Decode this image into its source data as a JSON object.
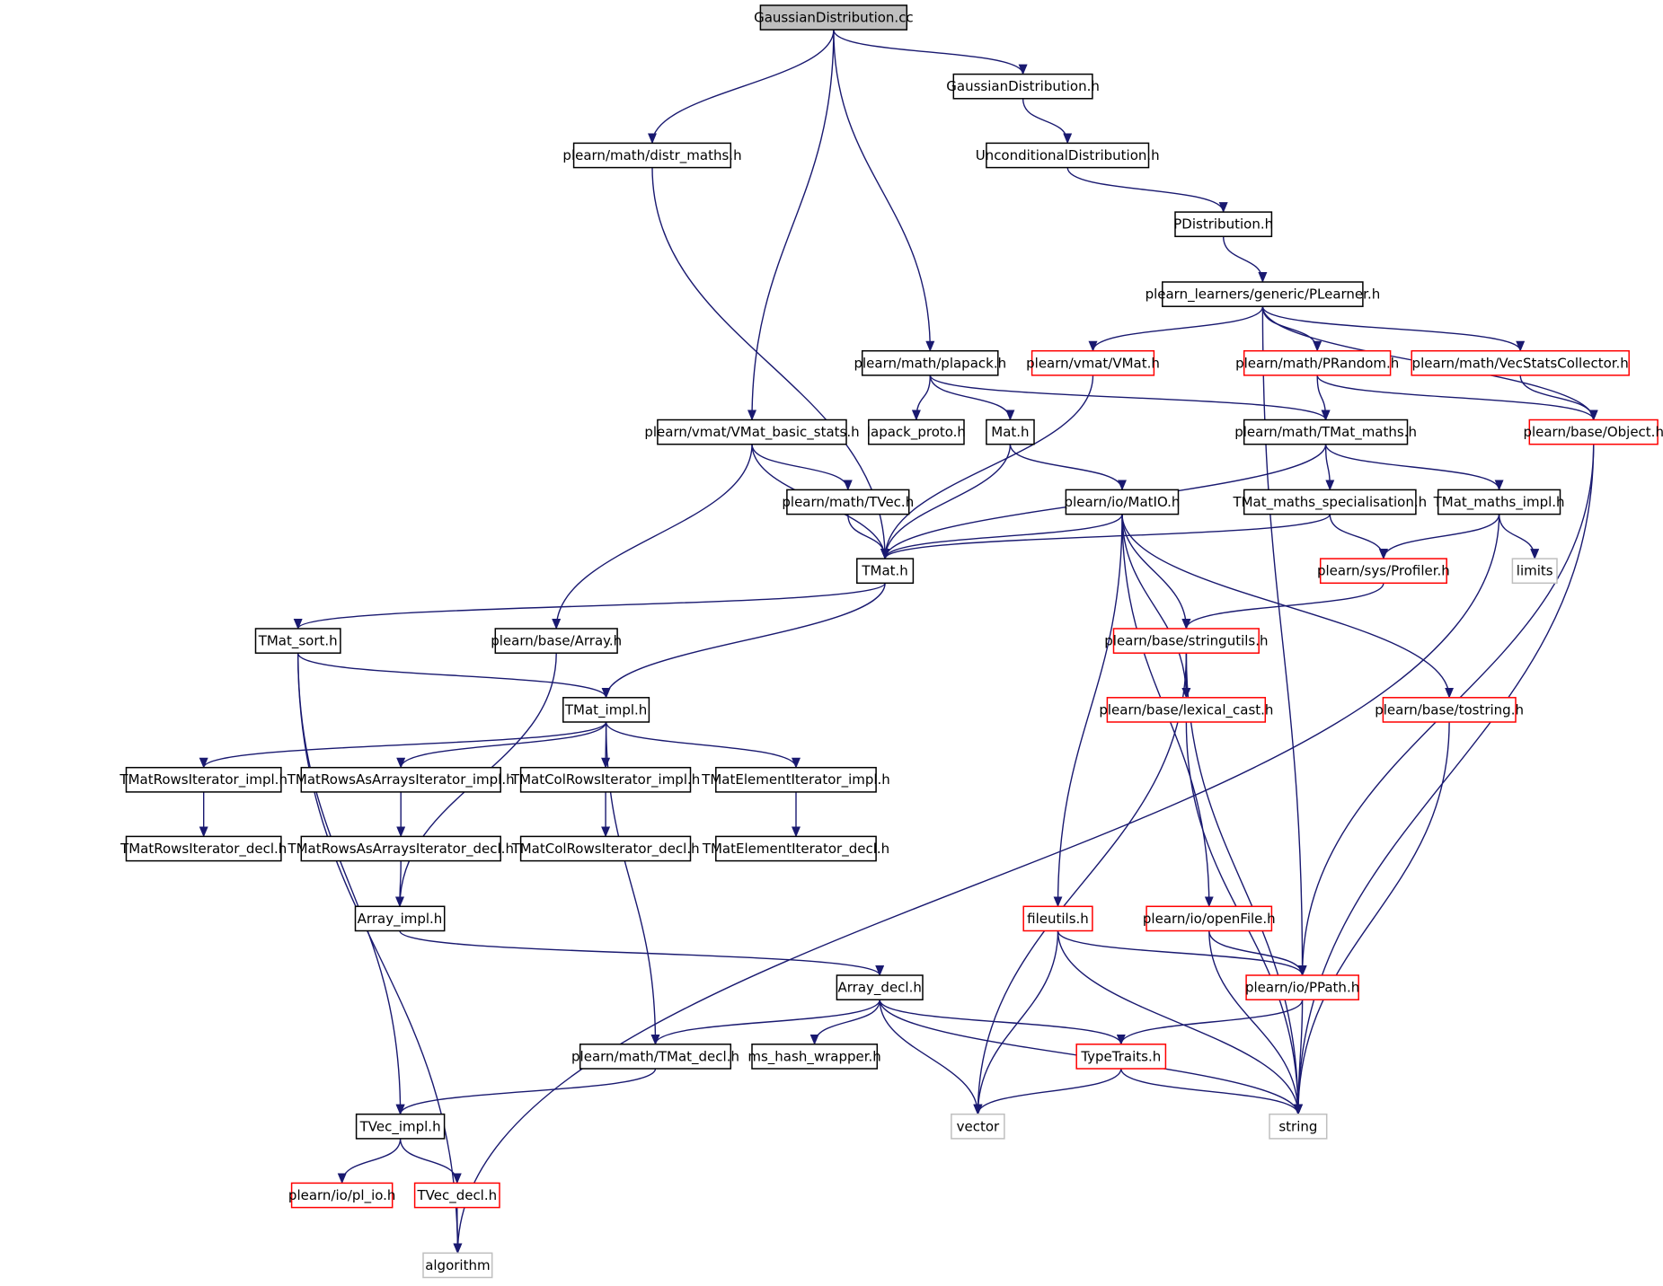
{
  "colors": {
    "edge": "#191970",
    "border_normal": "#000000",
    "border_truncated": "#ff0000",
    "border_system": "#bfbfbf",
    "root_fill": "#bfbfbf",
    "fill": "#ffffff"
  },
  "nodes": [
    {
      "id": "root",
      "label": "GaussianDistribution.cc",
      "kind": "root"
    },
    {
      "id": "gd_h",
      "label": "GaussianDistribution.h",
      "kind": "normal"
    },
    {
      "id": "distr",
      "label": "plearn/math/distr_maths.h",
      "kind": "normal"
    },
    {
      "id": "uncond",
      "label": "UnconditionalDistribution.h",
      "kind": "normal"
    },
    {
      "id": "pdist",
      "label": "PDistribution.h",
      "kind": "normal"
    },
    {
      "id": "plearner",
      "label": "plearn_learners/generic/PLearner.h",
      "kind": "normal"
    },
    {
      "id": "plapack",
      "label": "plearn/math/plapack.h",
      "kind": "normal"
    },
    {
      "id": "vmat",
      "label": "plearn/vmat/VMat.h",
      "kind": "truncated"
    },
    {
      "id": "prandom",
      "label": "plearn/math/PRandom.h",
      "kind": "truncated"
    },
    {
      "id": "vecstats",
      "label": "plearn/math/VecStatsCollector.h",
      "kind": "truncated"
    },
    {
      "id": "vmbs",
      "label": "plearn/vmat/VMat_basic_stats.h",
      "kind": "normal"
    },
    {
      "id": "lapack",
      "label": "lapack_proto.h",
      "kind": "normal"
    },
    {
      "id": "math",
      "label": "Mat.h",
      "kind": "normal"
    },
    {
      "id": "tmatmaths",
      "label": "plearn/math/TMat_maths.h",
      "kind": "normal"
    },
    {
      "id": "object",
      "label": "plearn/base/Object.h",
      "kind": "truncated"
    },
    {
      "id": "tvec",
      "label": "plearn/math/TVec.h",
      "kind": "normal"
    },
    {
      "id": "matio",
      "label": "plearn/io/MatIO.h",
      "kind": "normal"
    },
    {
      "id": "tms",
      "label": "TMat_maths_specialisation.h",
      "kind": "normal"
    },
    {
      "id": "tmimpl",
      "label": "TMat_maths_impl.h",
      "kind": "normal"
    },
    {
      "id": "tmat",
      "label": "TMat.h",
      "kind": "normal"
    },
    {
      "id": "profiler",
      "label": "plearn/sys/Profiler.h",
      "kind": "truncated"
    },
    {
      "id": "limits",
      "label": "limits",
      "kind": "system"
    },
    {
      "id": "tmsort",
      "label": "TMat_sort.h",
      "kind": "normal"
    },
    {
      "id": "array",
      "label": "plearn/base/Array.h",
      "kind": "normal"
    },
    {
      "id": "stringutils",
      "label": "plearn/base/stringutils.h",
      "kind": "truncated"
    },
    {
      "id": "tmatimpl",
      "label": "TMat_impl.h",
      "kind": "normal"
    },
    {
      "id": "lexical",
      "label": "plearn/base/lexical_cast.h",
      "kind": "truncated"
    },
    {
      "id": "tostring",
      "label": "plearn/base/tostring.h",
      "kind": "truncated"
    },
    {
      "id": "rowsit",
      "label": "TMatRowsIterator_impl.h",
      "kind": "normal"
    },
    {
      "id": "rowsarrit",
      "label": "TMatRowsAsArraysIterator_impl.h",
      "kind": "normal"
    },
    {
      "id": "colrowsit",
      "label": "TMatColRowsIterator_impl.h",
      "kind": "normal"
    },
    {
      "id": "elemit",
      "label": "TMatElementIterator_impl.h",
      "kind": "normal"
    },
    {
      "id": "rowsdecl",
      "label": "TMatRowsIterator_decl.h",
      "kind": "normal"
    },
    {
      "id": "rowsarrdecl",
      "label": "TMatRowsAsArraysIterator_decl.h",
      "kind": "normal"
    },
    {
      "id": "colrowsdecl",
      "label": "TMatColRowsIterator_decl.h",
      "kind": "normal"
    },
    {
      "id": "elemdecl",
      "label": "TMatElementIterator_decl.h",
      "kind": "normal"
    },
    {
      "id": "arrayimpl",
      "label": "Array_impl.h",
      "kind": "normal"
    },
    {
      "id": "fileutils",
      "label": "fileutils.h",
      "kind": "truncated"
    },
    {
      "id": "openfile",
      "label": "plearn/io/openFile.h",
      "kind": "truncated"
    },
    {
      "id": "arraydecl",
      "label": "Array_decl.h",
      "kind": "normal"
    },
    {
      "id": "ppath",
      "label": "plearn/io/PPath.h",
      "kind": "truncated"
    },
    {
      "id": "tmatdecl",
      "label": "plearn/math/TMat_decl.h",
      "kind": "normal"
    },
    {
      "id": "mshash",
      "label": "ms_hash_wrapper.h",
      "kind": "normal"
    },
    {
      "id": "typetraits",
      "label": "TypeTraits.h",
      "kind": "truncated"
    },
    {
      "id": "vector",
      "label": "vector",
      "kind": "system"
    },
    {
      "id": "string",
      "label": "string",
      "kind": "system"
    },
    {
      "id": "tvecimpl",
      "label": "TVec_impl.h",
      "kind": "normal"
    },
    {
      "id": "plio",
      "label": "plearn/io/pl_io.h",
      "kind": "truncated"
    },
    {
      "id": "tvecdecl",
      "label": "TVec_decl.h",
      "kind": "truncated"
    },
    {
      "id": "algorithm",
      "label": "algorithm",
      "kind": "system"
    }
  ],
  "edges": [
    [
      "root",
      "gd_h"
    ],
    [
      "root",
      "distr"
    ],
    [
      "root",
      "plapack"
    ],
    [
      "root",
      "vmbs"
    ],
    [
      "gd_h",
      "uncond"
    ],
    [
      "uncond",
      "pdist"
    ],
    [
      "pdist",
      "plearner"
    ],
    [
      "plearner",
      "vmat"
    ],
    [
      "plearner",
      "prandom"
    ],
    [
      "plearner",
      "vecstats"
    ],
    [
      "plearner",
      "object"
    ],
    [
      "plearner",
      "ppath"
    ],
    [
      "distr",
      "tmat"
    ],
    [
      "plapack",
      "lapack"
    ],
    [
      "plapack",
      "math"
    ],
    [
      "plapack",
      "tmatmaths"
    ],
    [
      "vmat",
      "tmat"
    ],
    [
      "prandom",
      "tmatmaths"
    ],
    [
      "prandom",
      "object"
    ],
    [
      "vecstats",
      "object"
    ],
    [
      "vmbs",
      "tvec"
    ],
    [
      "vmbs",
      "tmat"
    ],
    [
      "vmbs",
      "array"
    ],
    [
      "math",
      "tmat"
    ],
    [
      "math",
      "matio"
    ],
    [
      "tmatmaths",
      "tmat"
    ],
    [
      "tmatmaths",
      "tms"
    ],
    [
      "tmatmaths",
      "tmimpl"
    ],
    [
      "object",
      "ppath"
    ],
    [
      "object",
      "string"
    ],
    [
      "tvec",
      "tmat"
    ],
    [
      "matio",
      "tmat"
    ],
    [
      "matio",
      "stringutils"
    ],
    [
      "matio",
      "lexical"
    ],
    [
      "matio",
      "tostring"
    ],
    [
      "matio",
      "fileutils"
    ],
    [
      "matio",
      "openfile"
    ],
    [
      "tms",
      "tmat"
    ],
    [
      "tms",
      "profiler"
    ],
    [
      "tmimpl",
      "profiler"
    ],
    [
      "tmimpl",
      "limits"
    ],
    [
      "tmimpl",
      "algorithm"
    ],
    [
      "tmat",
      "tmsort"
    ],
    [
      "tmat",
      "tmatimpl"
    ],
    [
      "profiler",
      "stringutils"
    ],
    [
      "tmsort",
      "tmatimpl"
    ],
    [
      "tmsort",
      "tvecimpl"
    ],
    [
      "tmsort",
      "algorithm"
    ],
    [
      "array",
      "arrayimpl"
    ],
    [
      "stringutils",
      "lexical"
    ],
    [
      "stringutils",
      "vector"
    ],
    [
      "stringutils",
      "string"
    ],
    [
      "tmatimpl",
      "rowsit"
    ],
    [
      "tmatimpl",
      "rowsarrit"
    ],
    [
      "tmatimpl",
      "colrowsit"
    ],
    [
      "tmatimpl",
      "elemit"
    ],
    [
      "tmatimpl",
      "tmatdecl"
    ],
    [
      "lexical",
      "string"
    ],
    [
      "tostring",
      "string"
    ],
    [
      "rowsit",
      "rowsdecl"
    ],
    [
      "rowsarrit",
      "rowsarrdecl"
    ],
    [
      "colrowsit",
      "colrowsdecl"
    ],
    [
      "elemit",
      "elemdecl"
    ],
    [
      "rowsarrdecl",
      "arrayimpl"
    ],
    [
      "arrayimpl",
      "arraydecl"
    ],
    [
      "fileutils",
      "ppath"
    ],
    [
      "fileutils",
      "vector"
    ],
    [
      "fileutils",
      "string"
    ],
    [
      "openfile",
      "ppath"
    ],
    [
      "openfile",
      "string"
    ],
    [
      "arraydecl",
      "tmatdecl"
    ],
    [
      "arraydecl",
      "mshash"
    ],
    [
      "arraydecl",
      "typetraits"
    ],
    [
      "arraydecl",
      "vector"
    ],
    [
      "arraydecl",
      "string"
    ],
    [
      "ppath",
      "typetraits"
    ],
    [
      "ppath",
      "string"
    ],
    [
      "tmatdecl",
      "tvecimpl"
    ],
    [
      "typetraits",
      "vector"
    ],
    [
      "typetraits",
      "string"
    ],
    [
      "tvecimpl",
      "plio"
    ],
    [
      "tvecimpl",
      "tvecdecl"
    ],
    [
      "tvecdecl",
      "algorithm"
    ]
  ]
}
